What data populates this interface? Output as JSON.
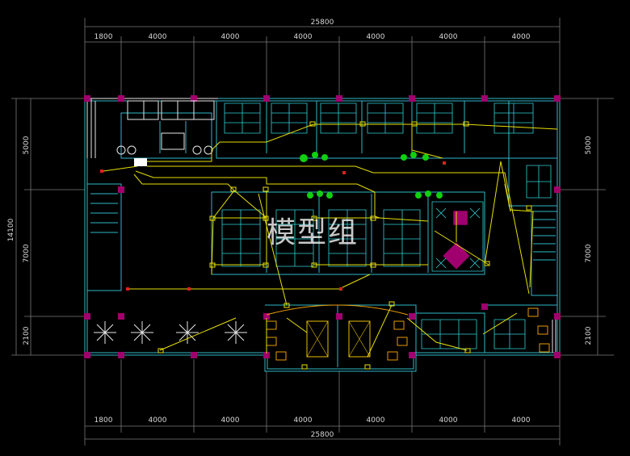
{
  "drawing": {
    "watermark": "模型组",
    "top": {
      "total": "25800",
      "segments": [
        "1800",
        "4000",
        "4000",
        "4000",
        "4000",
        "4000",
        "4000"
      ]
    },
    "bottom": {
      "total": "25800",
      "segments": [
        "1800",
        "4000",
        "4000",
        "4000",
        "4000",
        "4000",
        "4000"
      ]
    },
    "left": {
      "total": "14100",
      "segments": [
        "5000",
        "7000",
        "2100"
      ]
    },
    "right": {
      "segments": [
        "5000",
        "7000",
        "2100"
      ]
    },
    "colors": {
      "background": "#000000",
      "walls": "#2fb8c8",
      "wiring": "#e8e000",
      "columns": "#a0006e",
      "plants": "#10d010",
      "dimensions": "#7a7a7a"
    }
  }
}
